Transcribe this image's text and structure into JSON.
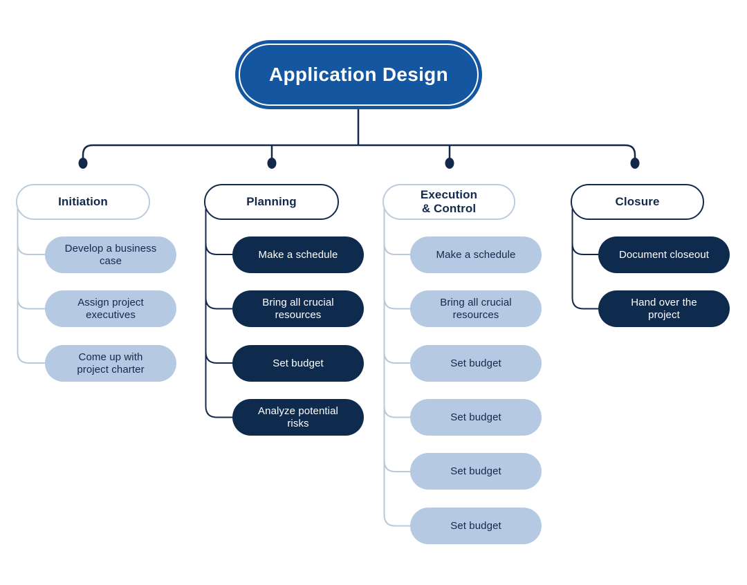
{
  "diagram": {
    "title": "Application Design work breakdown diagram",
    "root": {
      "label": "Application Design"
    },
    "colors": {
      "root_fill": "#1556a0",
      "root_ring": "#ffffff",
      "dark_navy_fill": "#0e2a4d",
      "light_blue_fill": "#b6c9e2",
      "line_dark": "#13294b",
      "line_light": "#b9c8db",
      "text_dark": "#13294b",
      "text_light": "#ffffff",
      "background": "#ffffff"
    },
    "columns": [
      {
        "title": "Initiation",
        "variant": "light",
        "children": [
          "Develop a business\ncase",
          "Assign project\nexecutives",
          "Come up with\nproject charter"
        ]
      },
      {
        "title": "Planning",
        "variant": "dark",
        "children": [
          "Make a schedule",
          "Bring all crucial\nresources",
          "Set budget",
          "Analyze potential\nrisks"
        ]
      },
      {
        "title": "Execution\n& Control",
        "variant": "light",
        "children": [
          "Make a schedule",
          "Bring all crucial\nresources",
          "Set budget",
          "Set budget",
          "Set budget",
          "Set budget"
        ]
      },
      {
        "title": "Closure",
        "variant": "dark",
        "children": [
          "Document closeout",
          "Hand over the\nproject"
        ]
      }
    ]
  }
}
